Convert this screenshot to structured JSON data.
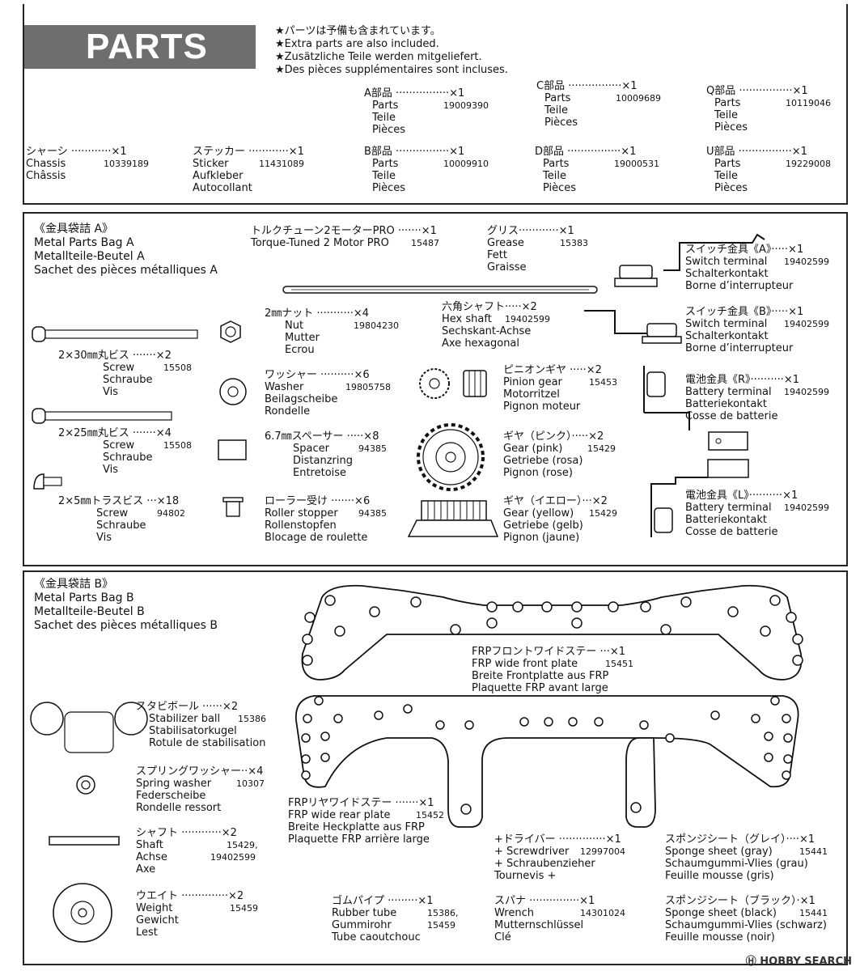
{
  "header": {
    "title": "PARTS"
  },
  "notes": [
    "★パーツは予備も含まれています。",
    "★Extra parts are also included.",
    "★Zusätzliche Teile werden mitgeliefert.",
    "★Des pièces supplémentaires sont incluses."
  ],
  "top_parts": [
    {
      "title": "A部品 ················×1",
      "lines": [
        "Parts",
        "Teile",
        "Pièces"
      ],
      "code": "19009390"
    },
    {
      "title": "C部品 ················×1",
      "lines": [
        "Parts",
        "Teile",
        "Pièces"
      ],
      "code": "10009689"
    },
    {
      "title": "Q部品 ················×1",
      "lines": [
        "Parts",
        "Teile",
        "Pièces"
      ],
      "code": "10119046"
    },
    {
      "title": "シャーシ ············×1",
      "lines": [
        "Chassis",
        "Châssis"
      ],
      "code": "10339189"
    },
    {
      "title": "ステッカー ············×1",
      "lines": [
        "Sticker",
        "Aufkleber",
        "Autocollant"
      ],
      "code": "11431089"
    },
    {
      "title": "B部品 ················×1",
      "lines": [
        "Parts",
        "Teile",
        "Pièces"
      ],
      "code": "10009910"
    },
    {
      "title": "D部品 ················×1",
      "lines": [
        "Parts",
        "Teile",
        "Pièces"
      ],
      "code": "19000531"
    },
    {
      "title": "U部品 ················×1",
      "lines": [
        "Parts",
        "Teile",
        "Pièces"
      ],
      "code": "19229008"
    }
  ],
  "bagA": {
    "lines": [
      "《金具袋詰 A》",
      "Metal Parts Bag A",
      "Metallteile-Beutel A",
      "Sachet des pièces métalliques A"
    ]
  },
  "bagA_parts": [
    {
      "title": "トルクチューン2モーターPRO ·······×1",
      "lines": [
        "Torque-Tuned 2 Motor PRO"
      ],
      "code": "15487"
    },
    {
      "title": "グリス············×1",
      "lines": [
        "Grease",
        "Fett",
        "Graisse"
      ],
      "code": "15383"
    },
    {
      "title": "スイッチ金具《A》·····×1",
      "lines": [
        "Switch terminal",
        "Schalterkontakt",
        "Borne d’interrupteur"
      ],
      "code": "19402599"
    },
    {
      "title": "2㎜ナット ···········×4",
      "lines": [
        "Nut",
        "Mutter",
        "Ecrou"
      ],
      "code": "19804230"
    },
    {
      "title": "六角シャフト·····×2",
      "lines": [
        "Hex shaft",
        "Sechskant-Achse",
        "Axe hexagonal"
      ],
      "code": "19402599"
    },
    {
      "title": "スイッチ金具《B》·····×1",
      "lines": [
        "Switch terminal",
        "Schalterkontakt",
        "Borne d’interrupteur"
      ],
      "code": "19402599"
    },
    {
      "title": "2×30㎜丸ビス ·······×2",
      "lines": [
        "Screw",
        "Schraube",
        "Vis"
      ],
      "code": "15508"
    },
    {
      "title": "ワッシャー ··········×6",
      "lines": [
        "Washer",
        "Beilagscheibe",
        "Rondelle"
      ],
      "code": "19805758"
    },
    {
      "title": "ピニオンギヤ ·····×2",
      "lines": [
        "Pinion gear",
        "Motorritzel",
        "Pignon moteur"
      ],
      "code": "15453"
    },
    {
      "title": "電池金具《R》··········×1",
      "lines": [
        "Battery terminal",
        "Batteriekontakt",
        "Cosse de batterie"
      ],
      "code": "19402599"
    },
    {
      "title": "2×25㎜丸ビス ·······×4",
      "lines": [
        "Screw",
        "Schraube",
        "Vis"
      ],
      "code": "15508"
    },
    {
      "title": "6.7㎜スペーサー ·····×8",
      "lines": [
        "Spacer",
        "Distanzring",
        "Entretoise"
      ],
      "code": "94385"
    },
    {
      "title": "ギヤ（ピンク）·····×2",
      "lines": [
        "Gear (pink)",
        "Getriebe (rosa)",
        "Pignon (rose)"
      ],
      "code": "15429"
    },
    {
      "title": "2×5㎜トラスビス ···×18",
      "lines": [
        "Screw",
        "Schraube",
        "Vis"
      ],
      "code": "94802"
    },
    {
      "title": "ローラー受け ·······×6",
      "lines": [
        "Roller stopper",
        "Rollenstopfen",
        "Blocage de roulette"
      ],
      "code": "94385"
    },
    {
      "title": "ギヤ（イエロー）···×2",
      "lines": [
        "Gear (yellow)",
        "Getriebe (gelb)",
        "Pignon (jaune)"
      ],
      "code": "15429"
    },
    {
      "title": "電池金具《L》··········×1",
      "lines": [
        "Battery terminal",
        "Batteriekontakt",
        "Cosse de batterie"
      ],
      "code": "19402599"
    }
  ],
  "bagB": {
    "lines": [
      "《金具袋詰 B》",
      "Metal Parts Bag B",
      "Metallteile-Beutel B",
      "Sachet des pièces métalliques B"
    ]
  },
  "bagB_parts": [
    {
      "title": "FRPフロントワイドステー ···×1",
      "lines": [
        "FRP wide front plate",
        "Breite Frontplatte aus FRP",
        "Plaquette FRP avant large"
      ],
      "code": "15451"
    },
    {
      "title": "スタビボール ······×2",
      "lines": [
        "Stabilizer ball",
        "Stabilisatorkugel",
        "Rotule de stabilisation"
      ],
      "code": "15386"
    },
    {
      "title": "スプリングワッシャー··×4",
      "lines": [
        "Spring washer",
        "Federscheibe",
        "Rondelle ressort"
      ],
      "code": "10307"
    },
    {
      "title": "FRPリヤワイドステー ·······×1",
      "lines": [
        "FRP wide rear plate",
        "Breite Heckplatte aus FRP",
        "Plaquette FRP arrière large"
      ],
      "code": "15452"
    },
    {
      "title": "シャフト ············×2",
      "lines": [
        "Shaft",
        "Achse",
        "Axe"
      ],
      "code": "15429,",
      "code2": "19402599"
    },
    {
      "title": "+ドライバー ··············×1",
      "lines": [
        "+ Screwdriver",
        "+ Schraubenzieher",
        "Tournevis +"
      ],
      "code": "12997004"
    },
    {
      "title": "スポンジシート（グレイ）····×1",
      "lines": [
        "Sponge sheet (gray)",
        "Schaumgummi-Vlies (grau)",
        "Feuille mousse (gris)"
      ],
      "code": "15441"
    },
    {
      "title": "ウエイト ··············×2",
      "lines": [
        "Weight",
        "Gewicht",
        "Lest"
      ],
      "code": "15459"
    },
    {
      "title": "ゴムパイプ ·········×1",
      "lines": [
        "Rubber tube",
        "Gummirohr",
        "Tube caoutchouc"
      ],
      "code": "15386,",
      "code2": "15459"
    },
    {
      "title": "スパナ ···············×1",
      "lines": [
        "Wrench",
        "Mutternschlüssel",
        "Clé"
      ],
      "code": "14301024"
    },
    {
      "title": "スポンジシート（ブラック）·×1",
      "lines": [
        "Sponge sheet (black)",
        "Schaumgummi-Vlies (schwarz)",
        "Feuille mousse (noir)"
      ],
      "code": "15441"
    }
  ],
  "watermark": "Ⓗ HOBBY SEARCH"
}
